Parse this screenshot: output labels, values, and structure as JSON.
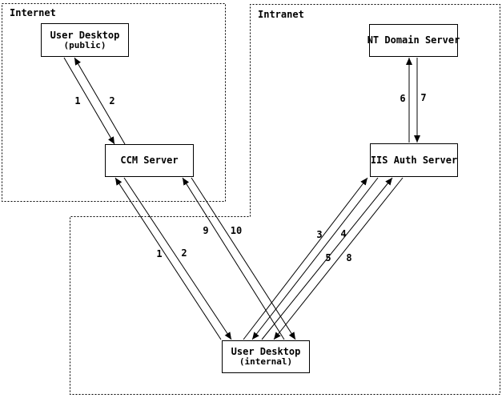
{
  "colors": {
    "ink": "#000000",
    "background": "#ffffff"
  },
  "zones": {
    "internet": {
      "label": "Internet"
    },
    "intranet": {
      "label": "Intranet"
    }
  },
  "nodes": {
    "user_desktop_public": {
      "title": "User Desktop",
      "subtitle": "(public)"
    },
    "ccm_server": {
      "title": "CCM Server"
    },
    "nt_domain_server": {
      "title": "NT Domain Server"
    },
    "iis_auth_server": {
      "title": "IIS Auth Server"
    },
    "user_desktop_internal": {
      "title": "User Desktop",
      "subtitle": "(internal)"
    }
  },
  "flow_labels": {
    "public_to_ccm": "1",
    "ccm_to_public": "2",
    "internal_to_ccm": "1",
    "ccm_to_internal": "2",
    "internal_to_iis": "3",
    "iis_to_internal": "4",
    "internal_to_iis_2": "5",
    "iis_to_nt": "6",
    "nt_to_iis": "7",
    "iis_to_internal_2": "8",
    "internal_to_ccm_2": "9",
    "ccm_to_internal_2": "10"
  }
}
